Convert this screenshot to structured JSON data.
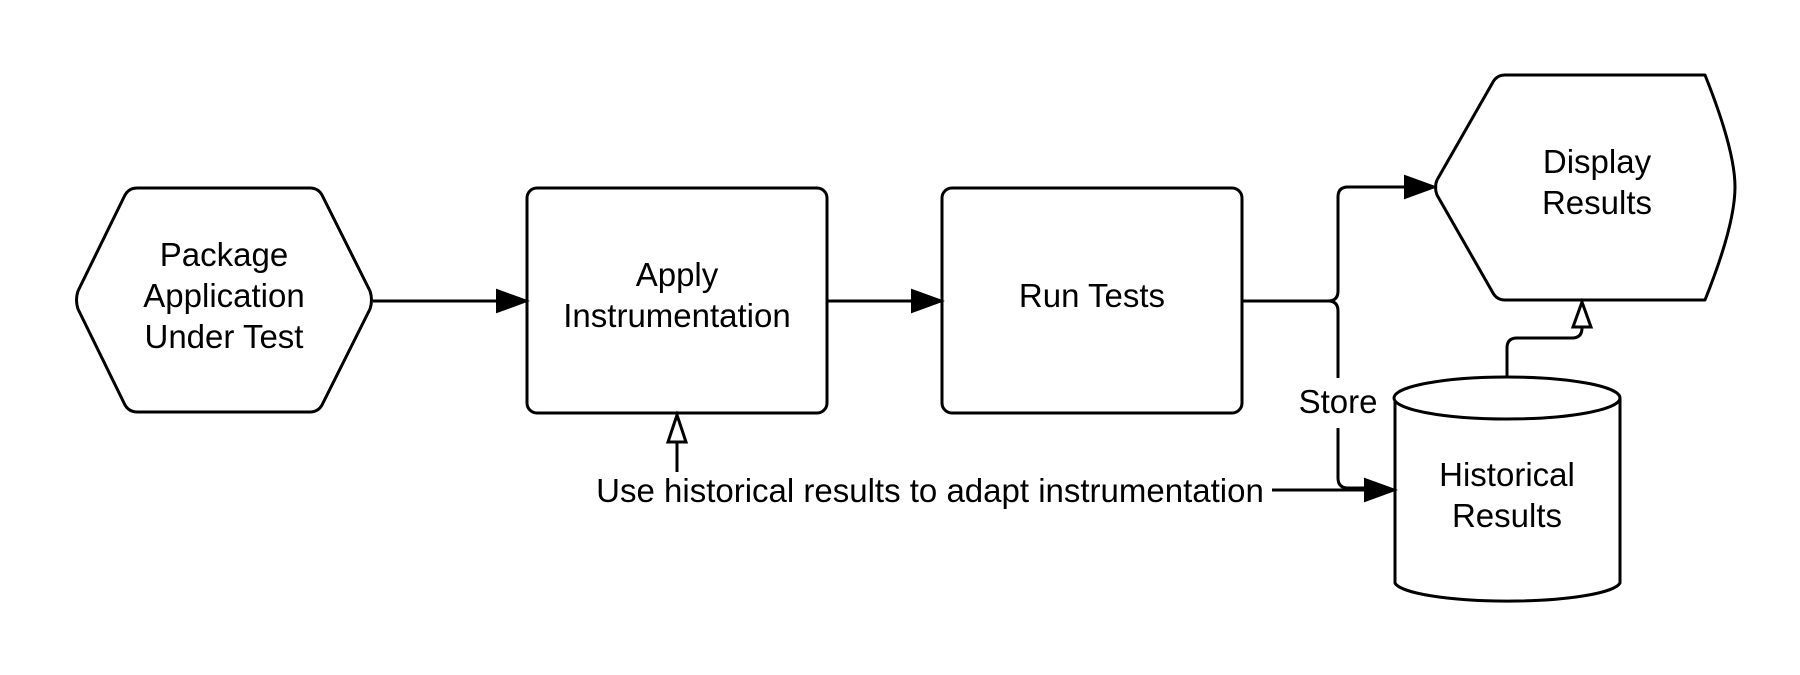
{
  "nodes": {
    "package": {
      "line1": "Package",
      "line2": "Application",
      "line3": "Under Test"
    },
    "instrument": {
      "line1": "Apply",
      "line2": "Instrumentation"
    },
    "run": {
      "line1": "Run Tests"
    },
    "display": {
      "line1": "Display",
      "line2": "Results"
    },
    "historical": {
      "line1": "Historical",
      "line2": "Results"
    }
  },
  "edges": {
    "store_label": "Store",
    "adapt_label": "Use historical results to adapt instrumentation"
  }
}
